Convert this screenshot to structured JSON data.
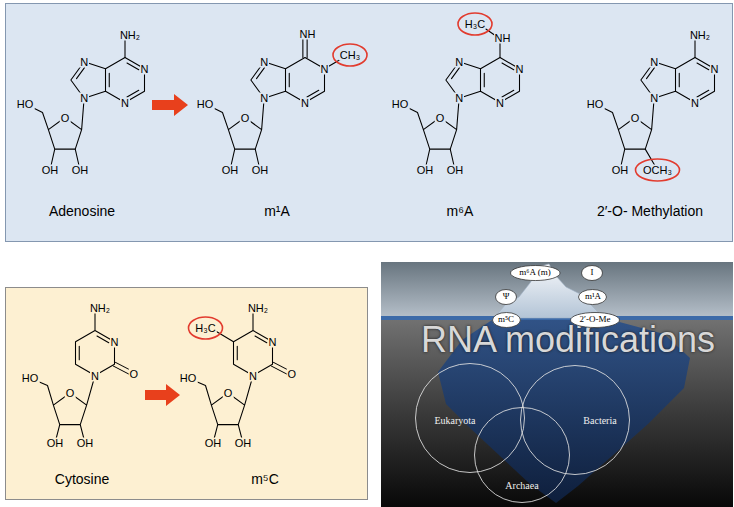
{
  "diagram": {
    "nodes": [
      {
        "text": [
          "m⁶A (m)"
        ]
      },
      {
        "text": [
          "I"
        ]
      },
      {
        "text": [
          "Ψ"
        ]
      },
      {
        "text": [
          "m¹A"
        ]
      },
      {
        "text": [
          "m⁵C"
        ]
      },
      {
        "text": [
          "2′-O-Me"
        ]
      },
      {
        "text": [
          "Eukaryota"
        ]
      },
      {
        "text": [
          "Bacteria"
        ]
      },
      {
        "text": [
          "Archaea"
        ]
      }
    ],
    "labels": [
      "NH₂",
      "N",
      "N",
      "N",
      "N",
      "HO",
      "O",
      "OH",
      "OH",
      "Adenosine",
      "NH",
      "CH₃",
      "N",
      "N",
      "N",
      "N",
      "HO",
      "O",
      "OH",
      "OH",
      "m¹A",
      "H₃C",
      "NH",
      "N",
      "N",
      "N",
      "N",
      "HO",
      "O",
      "OH",
      "OH",
      "m⁶A",
      "NH₂",
      "N",
      "N",
      "N",
      "N",
      "HO",
      "O",
      "OH",
      "OCH₃",
      "2′-O- Methylation",
      "NH₂",
      "N",
      "O",
      "N",
      "HO",
      "O",
      "OH",
      "OH",
      "Cytosine",
      "H₃C",
      "NH₂",
      "N",
      "O",
      "N",
      "HO",
      "O",
      "OH",
      "OH",
      "m⁵C",
      "RNA modifications"
    ]
  }
}
